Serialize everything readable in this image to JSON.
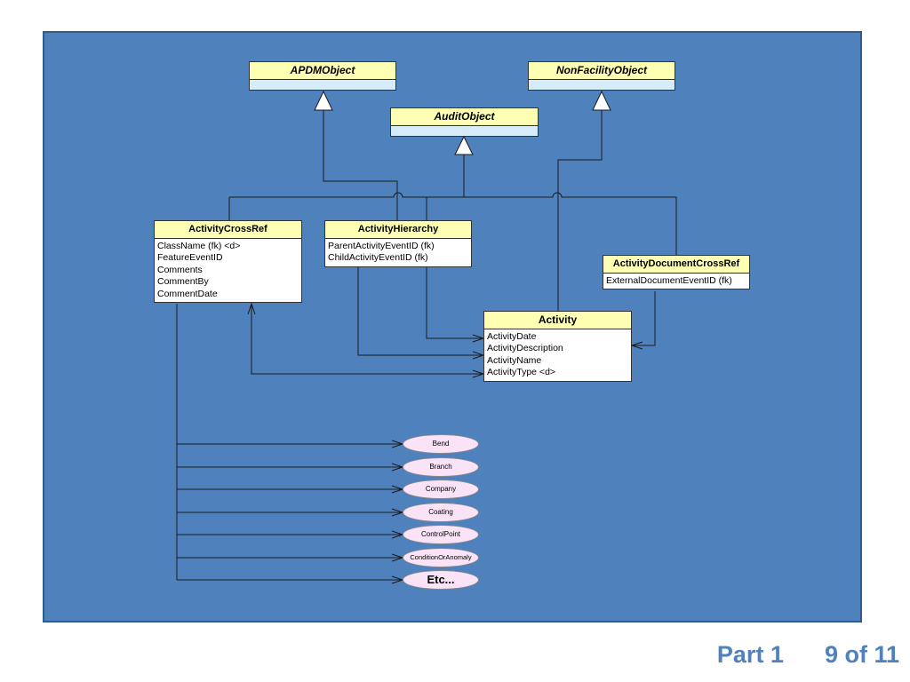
{
  "classes": {
    "apdm_object": {
      "name": "APDMObject"
    },
    "non_facility_object": {
      "name": "NonFacilityObject"
    },
    "audit_object": {
      "name": "AuditObject"
    },
    "activity_cross_ref": {
      "name": "ActivityCrossRef",
      "attributes": [
        "ClassName (fk) <d>",
        "FeatureEventID",
        "Comments",
        "CommentBy",
        "CommentDate"
      ]
    },
    "activity_hierarchy": {
      "name": "ActivityHierarchy",
      "attributes": [
        "ParentActivityEventID (fk)",
        "ChildActivityEventID (fk)"
      ]
    },
    "activity_document_cross_ref": {
      "name": "ActivityDocumentCrossRef",
      "attributes": [
        "ExternalDocumentEventID (fk)"
      ]
    },
    "activity": {
      "name": "Activity",
      "attributes": [
        "ActivityDate",
        "ActivityDescription",
        "ActivityName",
        "ActivityType <d>"
      ]
    }
  },
  "features": [
    "Bend",
    "Branch",
    "Company",
    "Coating",
    "ControlPoint",
    "ConditionOrAnomaly",
    "Etc..."
  ],
  "footer": {
    "part": "Part 1",
    "page": "9 of 11"
  },
  "colors": {
    "panel": "#4f81bd",
    "class_header": "#ffffb4",
    "class_empty": "#d6ecf8",
    "feature_fill": "#fbe3f7"
  }
}
